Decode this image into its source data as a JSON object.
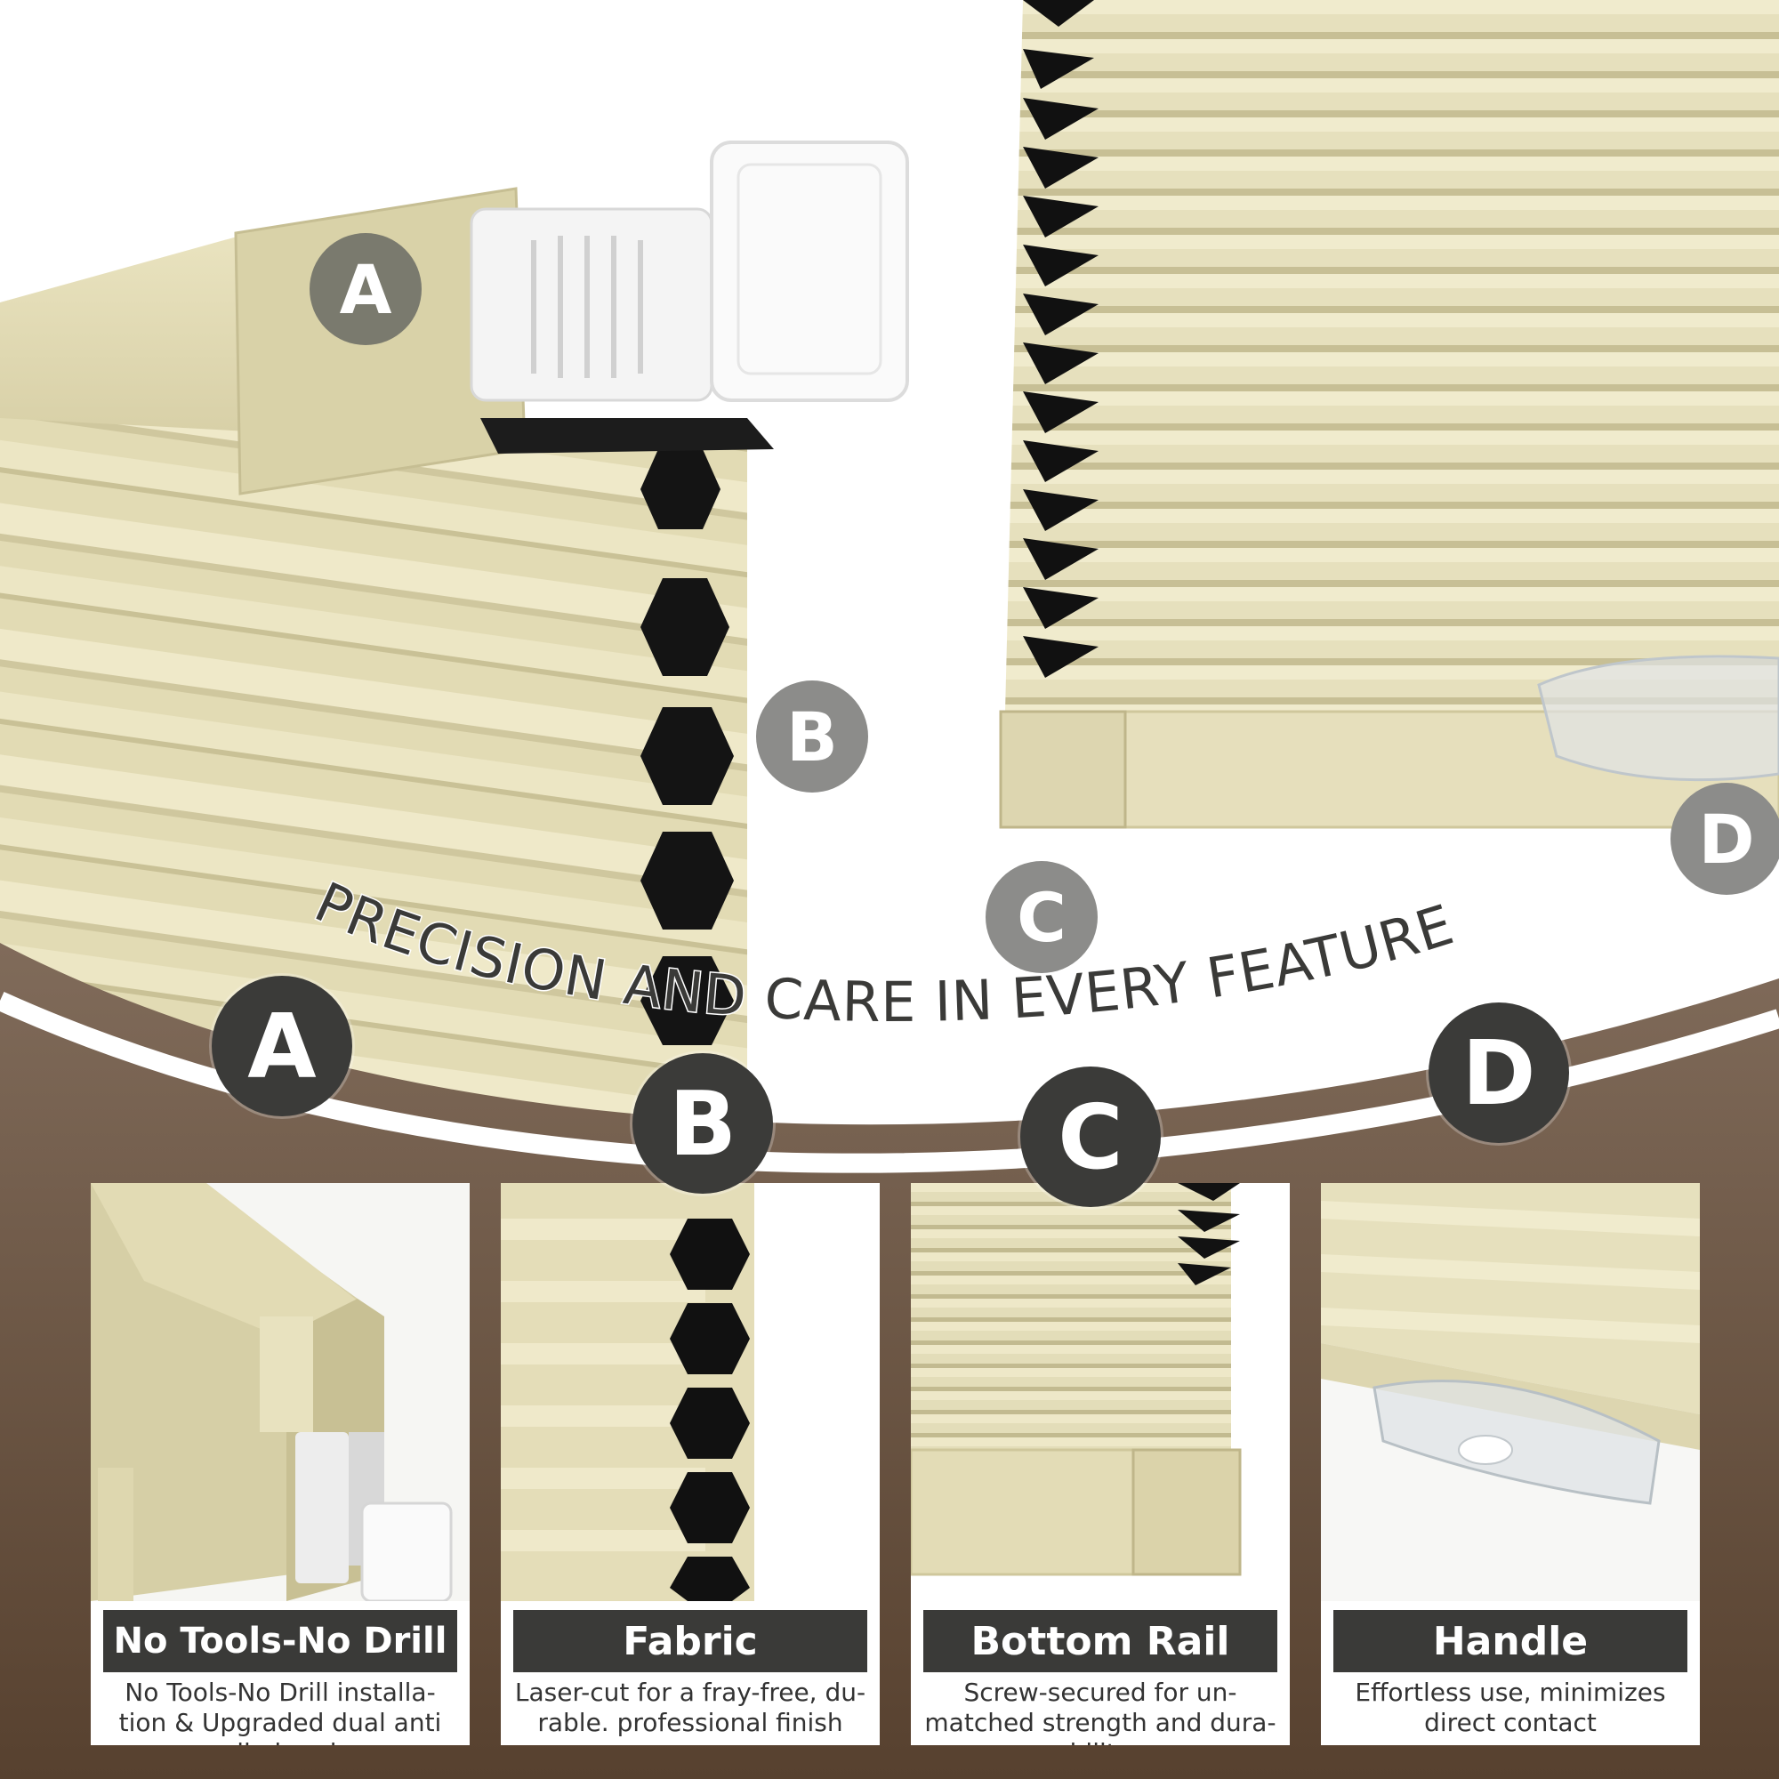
{
  "headline": "PRECISION AND CARE IN EVERY FEATURE",
  "colors": {
    "shade_fabric": "#e5dfba",
    "shade_dark": "#141414",
    "band_brown": "#7a6655",
    "badge_dark": "#3b3b39",
    "badge_gray": "#8c8c8a",
    "label_bar": "#3a3a38"
  },
  "photo_badges": [
    "A",
    "B",
    "C",
    "D"
  ],
  "features": [
    {
      "letter": "A",
      "title": "No Tools-No Drill",
      "description_lines": [
        "No Tools-No Drill installa-",
        "tion & Upgraded dual anti",
        "slip head"
      ]
    },
    {
      "letter": "B",
      "title": "Fabric",
      "description_lines": [
        "Laser-cut for a fray-free, du-",
        "rable. professional finish"
      ]
    },
    {
      "letter": "C",
      "title": "Bottom Rail",
      "description_lines": [
        "Screw-secured for un-",
        "matched strength and dura-",
        "bility"
      ]
    },
    {
      "letter": "D",
      "title": "Handle",
      "description_lines": [
        "Effortless use, minimizes",
        "direct contact"
      ]
    }
  ]
}
